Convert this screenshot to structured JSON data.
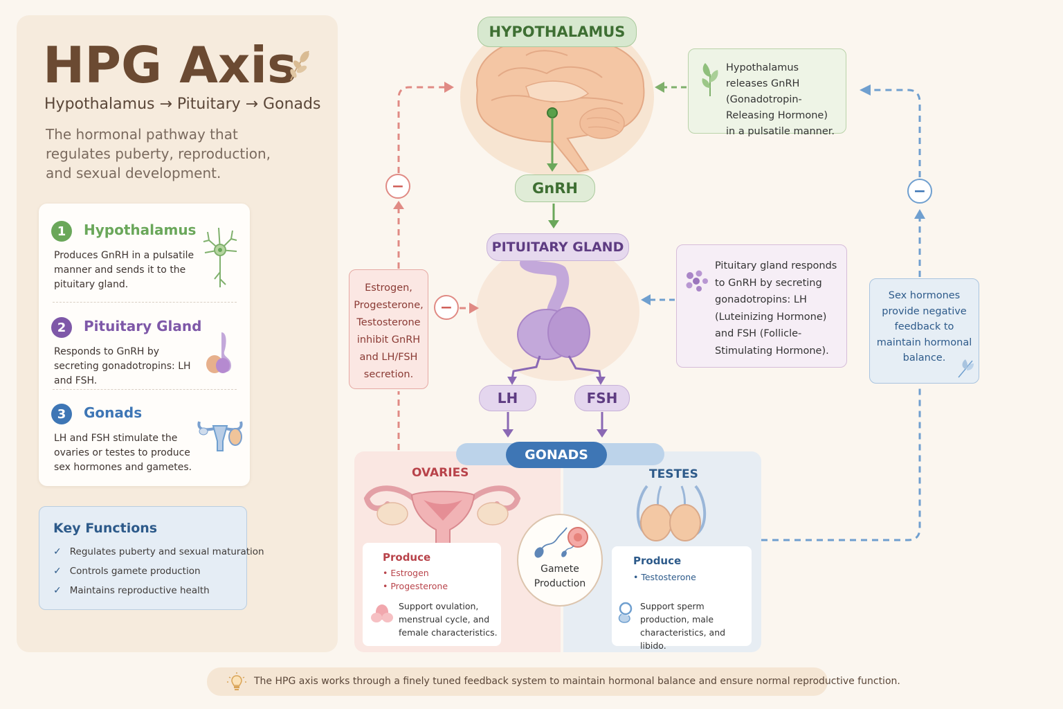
{
  "header": {
    "title": "HPG Axis",
    "subtitle": "Hypothalamus → Pituitary → Gonads",
    "description": "The hormonal pathway that regulates puberty, reproduction, and sexual development."
  },
  "steps": [
    {
      "number": "1",
      "title": "Hypothalamus",
      "text": "Produces GnRH in a pulsatile manner and sends it to the pituitary gland.",
      "color": "#6aa75a"
    },
    {
      "number": "2",
      "title": "Pituitary Gland",
      "text": "Responds to GnRH by secreting gonadotropins: LH and FSH.",
      "color": "#7e58a8"
    },
    {
      "number": "3",
      "title": "Gonads",
      "text": "LH and FSH stimulate the ovaries or testes to produce sex hormones and gametes.",
      "color": "#3e76b5"
    }
  ],
  "key_functions": {
    "title": "Key Functions",
    "items": [
      "Regulates puberty and sexual maturation",
      "Controls gamete production",
      "Maintains reproductive health"
    ]
  },
  "diagram": {
    "hypothalamus_label": "HYPOTHALAMUS",
    "gnrh_label": "GnRH",
    "pituitary_label": "PITUITARY GLAND",
    "lh_label": "LH",
    "fsh_label": "FSH",
    "gonads_label": "GONADS",
    "hypothalamus_info": "Hypothalamus releases GnRH (Gonadotropin-Releasing Hormone) in a pulsatile manner.",
    "pituitary_info": "Pituitary gland responds to GnRH by secreting gonadotropins: LH (Luteinizing Hormone) and FSH (Follicle-Stimulating Hormone).",
    "feedback_left": "Estrogen, Progesterone, Testosterone inhibit GnRH and LH/FSH secretion.",
    "feedback_right": "Sex hormones provide negative feedback to maintain hormonal balance.",
    "minus_symbol": "−"
  },
  "ovaries": {
    "title": "OVARIES",
    "produce_title": "Produce",
    "items": [
      "Estrogen",
      "Progesterone"
    ],
    "description": "Support ovulation, menstrual cycle, and female characteristics."
  },
  "testes": {
    "title": "TESTES",
    "produce_title": "Produce",
    "items": [
      "Testosterone"
    ],
    "description": "Support sperm production, male characteristics, and libido."
  },
  "gamete": {
    "label": "Gamete Production"
  },
  "footer": {
    "text": "The HPG axis works through a finely tuned feedback system to maintain hormonal balance and ensure normal reproductive function."
  },
  "colors": {
    "hypothalamus": "#6aa75a",
    "pituitary": "#7e58a8",
    "gonads": "#3e76b5",
    "feedback_red": "#e08a84",
    "feedback_blue": "#6f9fcf"
  }
}
